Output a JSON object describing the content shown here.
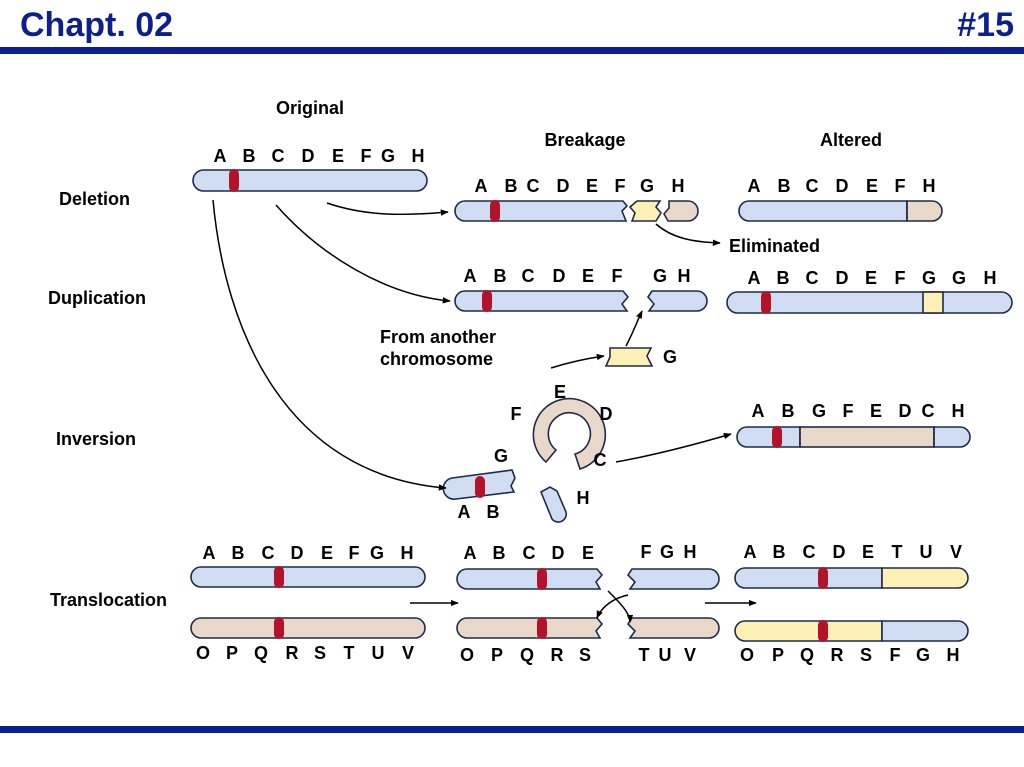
{
  "header": {
    "chapter": "Chapt. 02",
    "slide": "#15"
  },
  "columns": {
    "original": "Original",
    "breakage": "Breakage",
    "altered": "Altered"
  },
  "rows": {
    "deletion": "Deletion",
    "duplication": "Duplication",
    "inversion": "Inversion",
    "translocation": "Translocation"
  },
  "notes": {
    "eliminated": "Eliminated",
    "from_another_1": "From another",
    "from_another_2": "chromosome"
  },
  "labels": {
    "orig_top": [
      "A",
      "B",
      "C",
      "D",
      "E",
      "F",
      "G",
      "H"
    ],
    "del_break": [
      "A",
      "B",
      "C",
      "D",
      "E",
      "F",
      "G",
      "H"
    ],
    "del_alt": [
      "A",
      "B",
      "C",
      "D",
      "E",
      "F",
      "H"
    ],
    "dup_break": [
      "A",
      "B",
      "C",
      "D",
      "E",
      "F",
      "G",
      "H"
    ],
    "dup_alt": [
      "A",
      "B",
      "C",
      "D",
      "E",
      "F",
      "G",
      "G",
      "H"
    ],
    "dup_piece": "G",
    "inv_ring": [
      "E",
      "F",
      "D",
      "G",
      "C"
    ],
    "inv_h": "H",
    "inv_ab": [
      "A",
      "B"
    ],
    "inv_alt": [
      "A",
      "B",
      "G",
      "F",
      "E",
      "D",
      "C",
      "H"
    ],
    "tr_orig_top": [
      "A",
      "B",
      "C",
      "D",
      "E",
      "F",
      "G",
      "H"
    ],
    "tr_orig_bot": [
      "O",
      "P",
      "Q",
      "R",
      "S",
      "T",
      "U",
      "V"
    ],
    "tr_break_top_left": [
      "A",
      "B",
      "C",
      "D",
      "E"
    ],
    "tr_break_top_right": [
      "F",
      "G",
      "H"
    ],
    "tr_break_bot_left": [
      "O",
      "P",
      "Q",
      "R",
      "S"
    ],
    "tr_break_bot_right": [
      "T",
      "U",
      "V"
    ],
    "tr_alt_top": [
      "A",
      "B",
      "C",
      "D",
      "E",
      "T",
      "U",
      "V"
    ],
    "tr_alt_bot": [
      "O",
      "P",
      "Q",
      "R",
      "S",
      "F",
      "G",
      "H"
    ]
  },
  "colors": {
    "blue": "#cfdcf2",
    "tan": "#e8d8ca",
    "yellow": "#fdf0b4",
    "centromere": "#b3122b",
    "header": "#0b1f8f"
  }
}
